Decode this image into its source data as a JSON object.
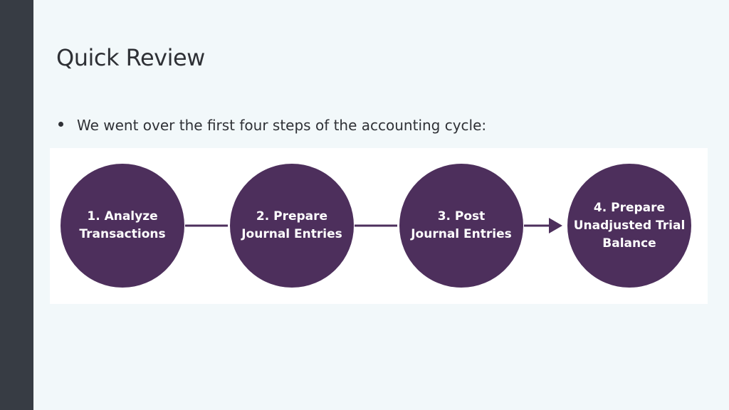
{
  "slide": {
    "title": "Quick Review",
    "bullet": "We went over the first four steps of the accounting cycle:"
  },
  "diagram": {
    "steps": [
      {
        "label": "1. Analyze\nTransactions"
      },
      {
        "label": "2. Prepare\nJournal Entries"
      },
      {
        "label": "3. Post\nJournal Entries"
      },
      {
        "label": "4. Prepare\nUnadjusted Trial\nBalance"
      }
    ],
    "connectors": [
      "line",
      "line",
      "arrow"
    ],
    "colors": {
      "circle": "#4d2f5c",
      "connector": "#4d2f5c",
      "text": "#ffffff"
    }
  }
}
